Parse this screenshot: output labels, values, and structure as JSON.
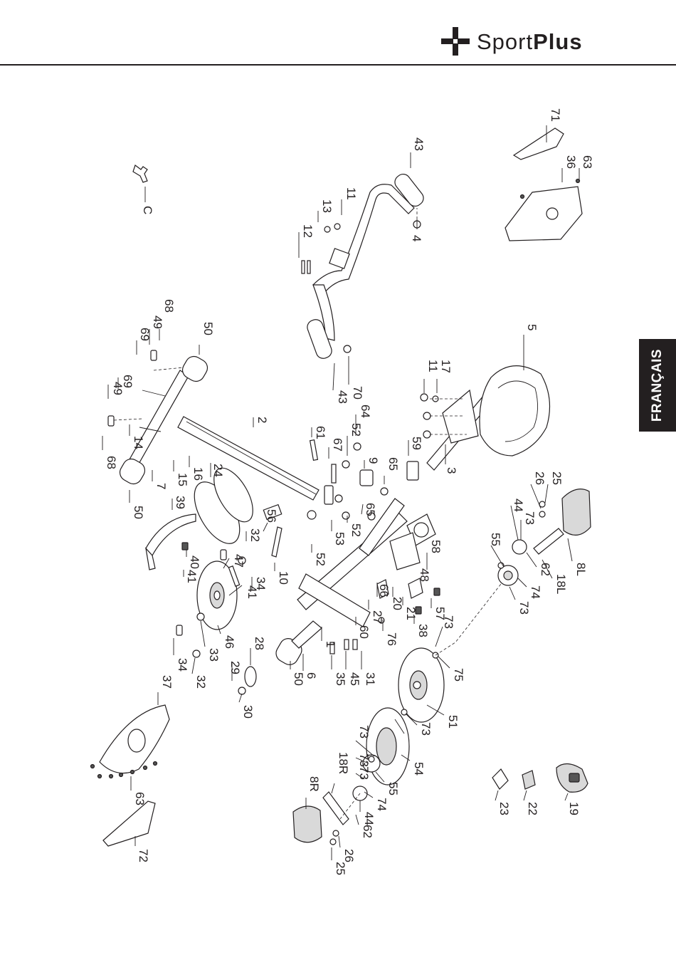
{
  "header": {
    "brand_prefix": "Sport",
    "brand_suffix": "Plus",
    "brand_colour": "#231f20",
    "logo_icon": "cross-logo-icon"
  },
  "language_tab": {
    "label": "FRANÇAIS",
    "background": "#231f20",
    "text_colour": "#ffffff"
  },
  "diagram": {
    "labels": {
      "p1": "1",
      "p2": "2",
      "p3": "3",
      "p4": "4",
      "p5": "5",
      "p6": "6",
      "p7": "7",
      "p8L": "8L",
      "p8R": "8R",
      "p9": "9",
      "p10": "10",
      "p11a": "11",
      "p11b": "11",
      "p12": "12",
      "p13": "13",
      "p14": "14",
      "p15": "15",
      "p16": "16",
      "p17": "17",
      "p18L": "18L",
      "p18R": "18R",
      "p19": "19",
      "p20": "20",
      "p21": "21",
      "p22": "22",
      "p23": "23",
      "p24": "24",
      "p25a": "25",
      "p25b": "25",
      "p26a": "26",
      "p26b": "26",
      "p27": "27",
      "p28": "28",
      "p29": "29",
      "p30": "30",
      "p31": "31",
      "p32a": "32",
      "p32b": "32",
      "p33": "33",
      "p34a": "34",
      "p34b": "34",
      "p35": "35",
      "p36": "36",
      "p37": "37",
      "p38": "38",
      "p39": "39",
      "p40": "40",
      "p41a": "41",
      "p41b": "41",
      "p43a": "43",
      "p43b": "43",
      "p44a": "44",
      "p44b": "44",
      "p45": "45",
      "p46": "46",
      "p47": "47",
      "p48": "48",
      "p49a": "49",
      "p49b": "49",
      "p50a": "50",
      "p50b": "50",
      "p50c": "50",
      "p51": "51",
      "p52a": "52",
      "p52b": "52",
      "p52c": "52",
      "p53": "53",
      "p54": "54",
      "p55a": "55",
      "p55b": "55",
      "p56": "56",
      "p57": "57",
      "p58": "58",
      "p59": "59",
      "p60": "60",
      "p61": "61",
      "p62a": "62",
      "p62b": "62",
      "p63a": "63",
      "p63b": "63",
      "p64": "64",
      "p65a": "65",
      "p65b": "65",
      "p66": "66",
      "p67": "67",
      "p68a": "68",
      "p68b": "68",
      "p69a": "69",
      "p69b": "69",
      "p70": "70",
      "p71": "71",
      "p72": "72",
      "p73a": "73",
      "p73b": "73",
      "p73c": "73",
      "p73d": "73",
      "p73e": "73",
      "p73f": "73",
      "p74a": "74",
      "p74b": "74",
      "p75": "75",
      "p76": "76",
      "pC": "C"
    }
  }
}
